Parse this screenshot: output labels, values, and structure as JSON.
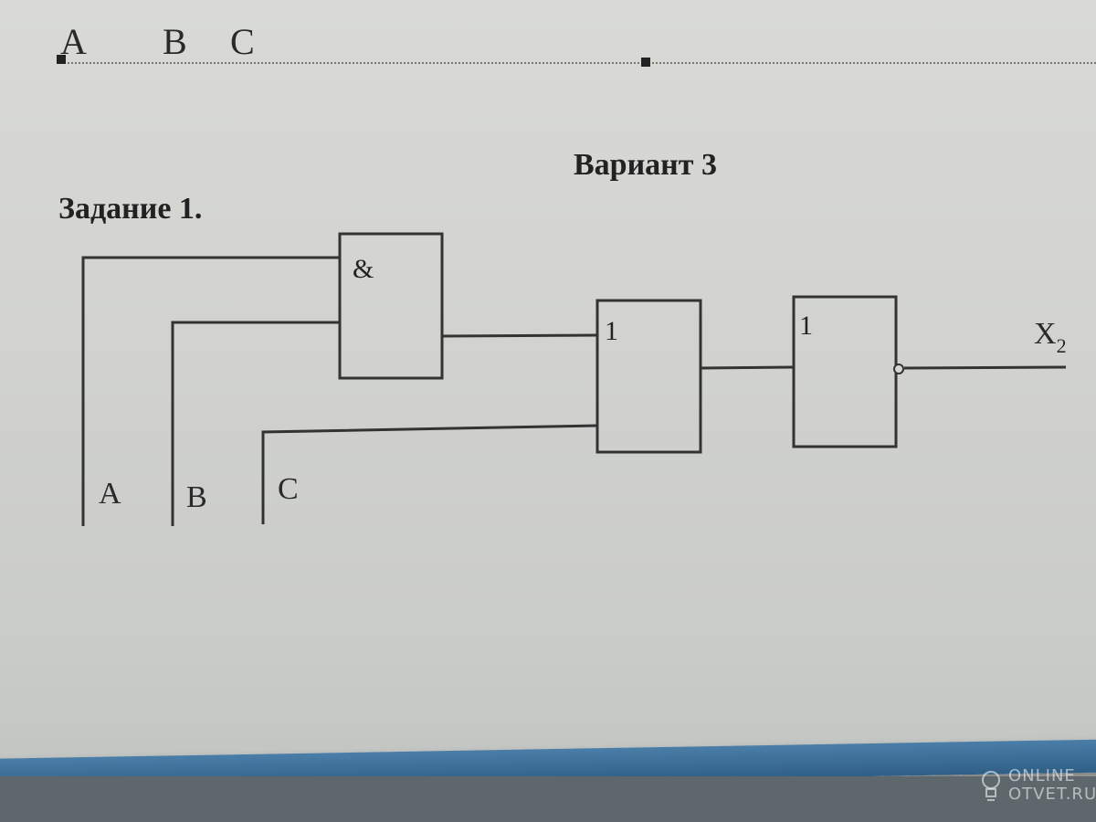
{
  "header_row": {
    "letters": [
      "A",
      "B",
      "C"
    ]
  },
  "variant_title": "Вариант 3",
  "task_title": "Задание 1.",
  "circuit": {
    "inputs": [
      "A",
      "B",
      "C"
    ],
    "gates": [
      {
        "symbol": "&"
      },
      {
        "symbol": "1"
      },
      {
        "symbol": "1"
      }
    ],
    "output": {
      "name": "X",
      "subscript": "2"
    }
  },
  "watermark": {
    "line1": "ONLINE",
    "line2": "OTVET.RU"
  },
  "colors": {
    "paper": "#d6d7d3",
    "ink": "#333333",
    "taskbar": "#3a6d96"
  }
}
